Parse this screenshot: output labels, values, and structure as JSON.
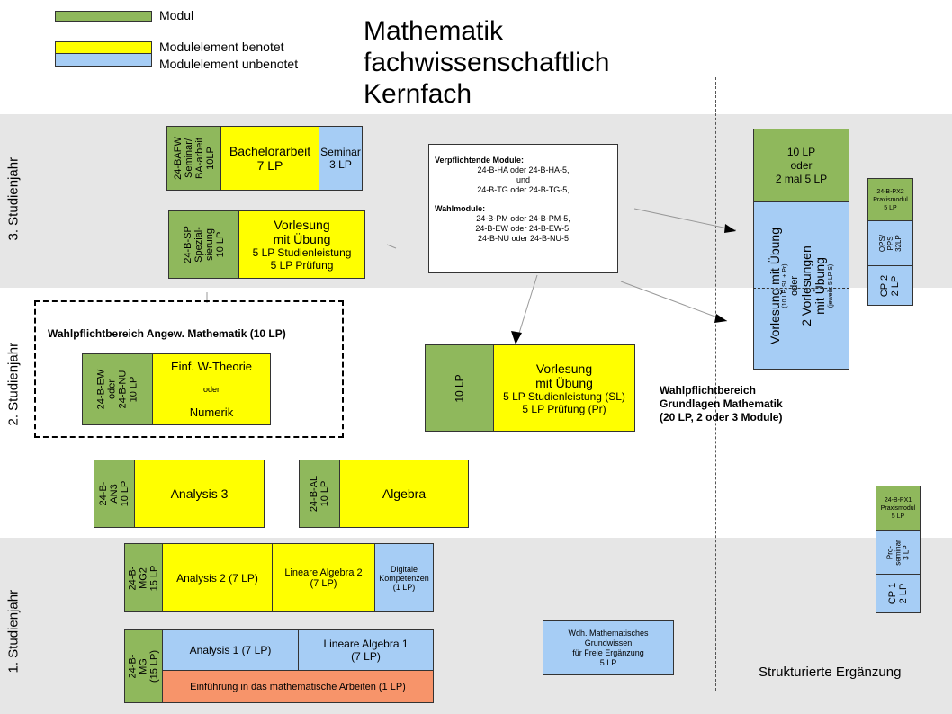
{
  "legend": {
    "modul": "Modul",
    "benotet": "Modulelement benotet",
    "unbenotet": "Modulelement unbenotet",
    "colors": {
      "modul": "#8fb85c",
      "benotet": "#ffff00",
      "unbenotet": "#a6cdf5"
    }
  },
  "title": {
    "line1": "Mathematik",
    "line2": "fachwissenschaftlich",
    "line3": "Kernfach"
  },
  "years": {
    "y3": "3. Studienjahr",
    "y2": "2. Studienjahr",
    "y1": "1. Studienjahr"
  },
  "y3": {
    "bafw_code": "24-BAFW\nSeminar/\nBA-arbeit\n10LP",
    "bachelor": "Bachelorarbeit\n7 LP",
    "seminar": "Seminar\n3 LP",
    "sp_code": "24-B-SP\nSpezialisierung\n10 LP",
    "sp_code_display": "24-B-SP\nSpezial-\nsierung\n10 LP",
    "sp_vorlesung": "Vorlesung\nmit Übung",
    "sp_detail": "5 LP Studienleistung\n5 LP Prüfung",
    "info_head1": "Verpflichtende Module:",
    "info_lines1": "24-B-HA oder 24-B-HA-5,\nund\n24-B-TG oder 24-B-TG-5,",
    "info_head2": "Wahlmodule:",
    "info_lines2": "24-B-PM oder 24-B-PM-5,\n24-B-EW oder 24-B-EW-5,\n24-B-NU oder 24-B-NU-5"
  },
  "y2": {
    "wahlpflicht_title": "Wahlpflichtbereich Angew. Mathematik (10 LP)",
    "ew_code": "24-B-EW\noder\n24-B-NU\n10 LP",
    "ew_line1": "Einf. W-Theorie",
    "ew_oder": "oder",
    "ew_line2": "Numerik",
    "gl_lp": "10 LP",
    "gl_vorlesung": "Vorlesung\nmit Übung",
    "gl_detail": "5 LP Studienleistung (SL)\n5 LP Prüfung (Pr)",
    "gl_title": "Wahlpflichtbereich\nGrundlagen Mathematik\n(20 LP, 2 oder 3 Module)",
    "an3_code": "24-B-AN3\n10 LP",
    "an3": "Analysis 3",
    "al_code": "24-B-AL\n10 LP",
    "al": "Algebra"
  },
  "y1": {
    "mg2_code": "24-B-MG2\n15 LP",
    "an2": "Analysis  2 (7 LP)",
    "la2": "Lineare Algebra 2\n(7 LP)",
    "dig": "Digitale\nKompetenzen\n(1 LP)",
    "mg_code": "24-B-MG\n(15 LP)",
    "an1": "Analysis  1 (7 LP)",
    "la1": "Lineare Algebra 1\n(7 LP)",
    "einf": "Einführung in das mathematische Arbeiten (1 LP)",
    "wdh": "Wdh. Mathematisches\nGrundwissen\nfür Freie Ergänzung\n5 LP"
  },
  "right": {
    "lp_top": "10 LP\noder\n2 mal 5 LP",
    "vl_main": "Vorlesung  mit Übung",
    "vl_small": "(10 LP, SL + Pr)",
    "vl_oder": "oder",
    "vl_two": "2 Vorlesungen\nmit Übung",
    "vl_small2": "(jeweils 5 LP S)",
    "px2": "24-B-PX2\nPraxismodul\n5 LP",
    "ops": "OPS/\nPPS\n32LP",
    "cp2": "CP 2\n2 LP",
    "px1": "24-B-PX1\nPraxismodul\n5 LP",
    "pro": "Pro-\nseminar\n3 LP",
    "cp1": "CP 1\n2 LP",
    "strukt": "Strukturierte Ergänzung"
  }
}
